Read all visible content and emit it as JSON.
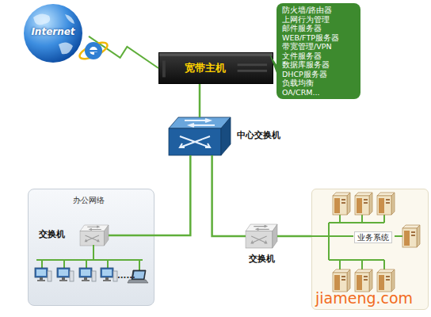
{
  "diagram": {
    "nodes": [
      {
        "text": [
          "Internet"
        ]
      },
      {
        "text": [
          "宽带主机"
        ]
      },
      {
        "text": [
          "防火墙/路由器",
          "上网行为管理",
          "邮件服务器",
          "WEB/FTP服务器",
          "带宽管理/VPN",
          "文件服务器",
          "数据库服务器",
          "DHCP服务器",
          "负载均衡",
          "OA/CRM..."
        ]
      },
      {
        "text": [
          "中心交换机"
        ]
      },
      {
        "text": [
          "办公网络"
        ]
      },
      {
        "text": [
          "交换机"
        ],
        "in": 4
      },
      {
        "text": [
          "交换机"
        ]
      },
      {
        "text": [
          "业务系统"
        ]
      }
    ],
    "edges": [
      {
        "from": 0,
        "to": 1,
        "arrow": "none"
      },
      {
        "from": 1,
        "to": 3,
        "arrow": "none"
      },
      {
        "from": 3,
        "to": 5,
        "arrow": "none"
      },
      {
        "from": 3,
        "to": 6,
        "arrow": "none"
      },
      {
        "from": 6,
        "to": 7,
        "arrow": "none"
      }
    ],
    "labels": [
      "......",
      "jiameng.com"
    ]
  }
}
